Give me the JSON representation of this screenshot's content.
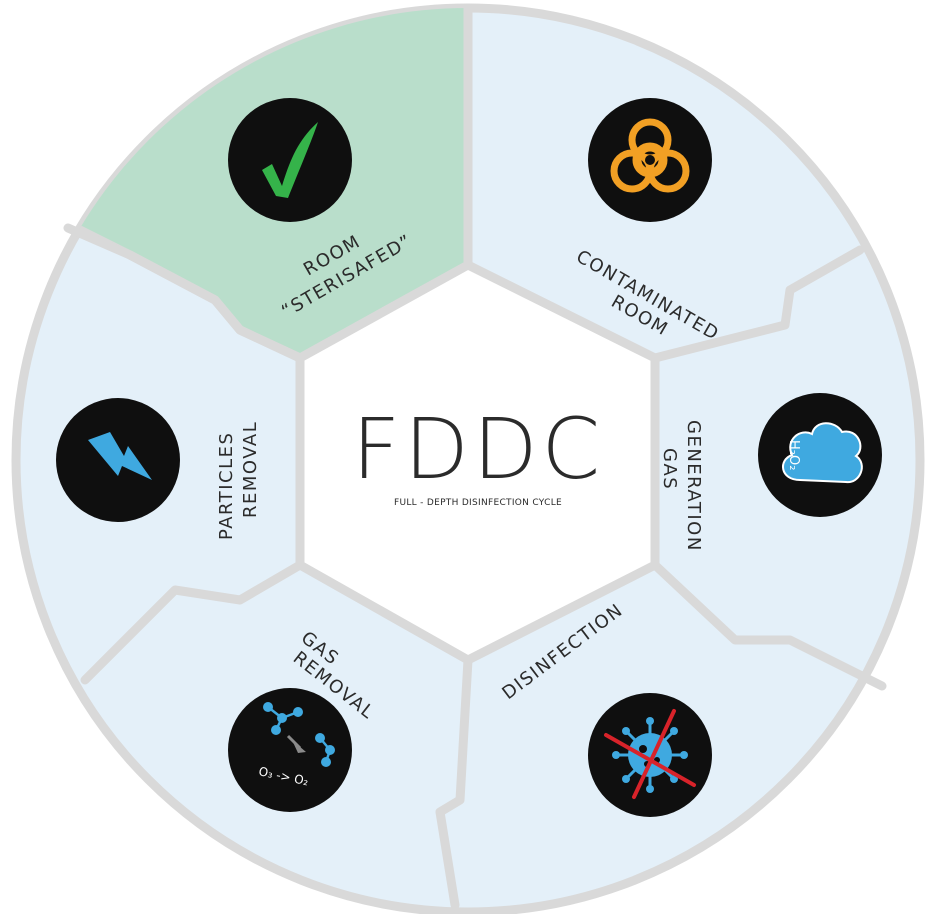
{
  "center": {
    "title": "FDDC",
    "subtitle": "FULL - DEPTH DISINFECTION CYCLE"
  },
  "stages": {
    "contaminated_room": {
      "line1": "CONTAMINATED",
      "line2": "ROOM",
      "icon": "biohazard-icon"
    },
    "gas_generation": {
      "line1": "GAS",
      "line2": "GENERATION",
      "icon": "cloud-icon",
      "icon_text": "H₂O₂"
    },
    "disinfection": {
      "line1": "DISINFECTION",
      "icon": "crossed-virus-icon"
    },
    "gas_removal": {
      "line1": "GAS",
      "line2": "REMOVAL",
      "icon": "molecule-icon",
      "icon_text": "O₃ -> O₂"
    },
    "particles_removal": {
      "line1": "PARTICLES",
      "line2": "REMOVAL",
      "icon": "lightning-icon"
    },
    "room_sterisafed": {
      "line1": "ROOM",
      "line2": "“STERISAFED”",
      "icon": "checkmark-icon"
    }
  },
  "colors": {
    "segment_fill": "#e4f0f9",
    "active_fill": "#b9decb",
    "border": "#d9d9d9",
    "icon_bg": "#0f0f0f",
    "biohazard": "#f2a024",
    "blue": "#3fa9e0",
    "check": "#35b34a",
    "cross": "#d8232a"
  }
}
